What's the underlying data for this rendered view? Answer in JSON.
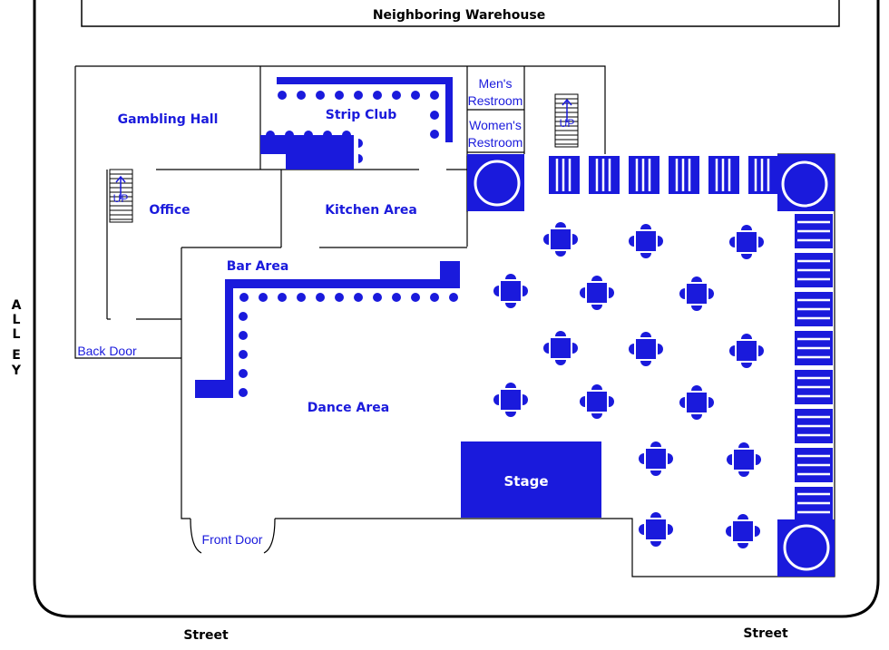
{
  "colors": {
    "accent": "#1a1adc",
    "line": "#000000",
    "background": "#ffffff"
  },
  "labels": {
    "neighboring_warehouse": "Neighboring Warehouse",
    "alley": "A L L E Y",
    "street_left": "Street",
    "street_right": "Street",
    "gambling_hall": "Gambling Hall",
    "strip_club": "Strip Club",
    "mens_line1": "Men's",
    "mens_line2": "Restroom",
    "womens_line1": "Women's",
    "womens_line2": "Restroom",
    "office": "Office",
    "kitchen_area": "Kitchen Area",
    "bar_area": "Bar Area",
    "back_door": "Back Door",
    "dance_area": "Dance Area",
    "stage": "Stage",
    "front_door": "Front Door",
    "stairs_up": "UP"
  }
}
